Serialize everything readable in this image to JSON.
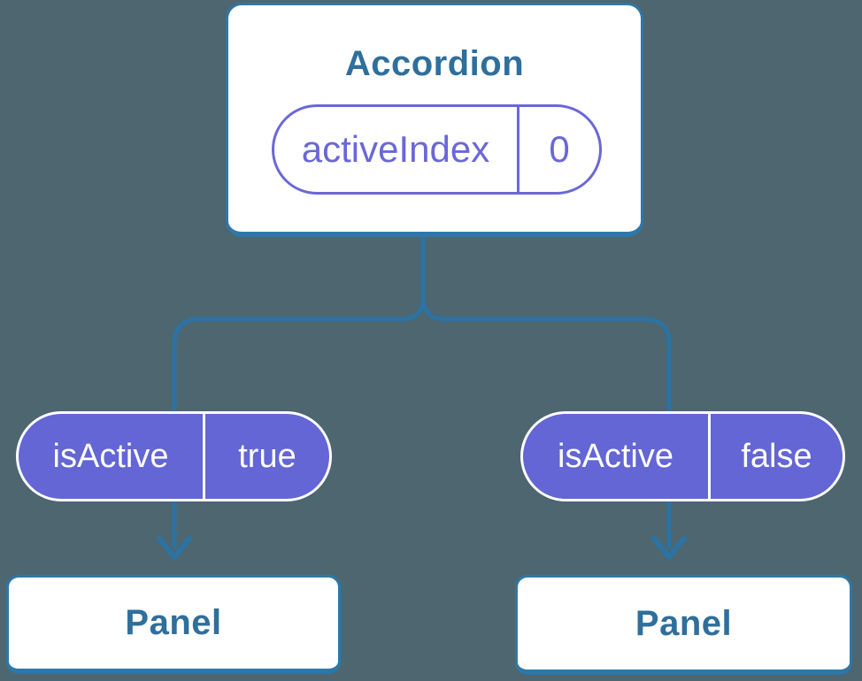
{
  "colors": {
    "background": "#4d6670",
    "card_bg": "#ffffff",
    "line_blue": "#2c73a3",
    "border_blue": "#2e77a8",
    "text_blue": "#2e6f9c",
    "pill_purple": "#6366d4",
    "pill_outline_purple": "#6a67d9",
    "pill_text_white": "#ffffff"
  },
  "tree": {
    "root": {
      "title": "Accordion",
      "prop": {
        "name": "activeIndex",
        "value": "0"
      }
    },
    "children": [
      {
        "prop": {
          "name": "isActive",
          "value": "true"
        },
        "label": "Panel"
      },
      {
        "prop": {
          "name": "isActive",
          "value": "false"
        },
        "label": "Panel"
      }
    ]
  }
}
